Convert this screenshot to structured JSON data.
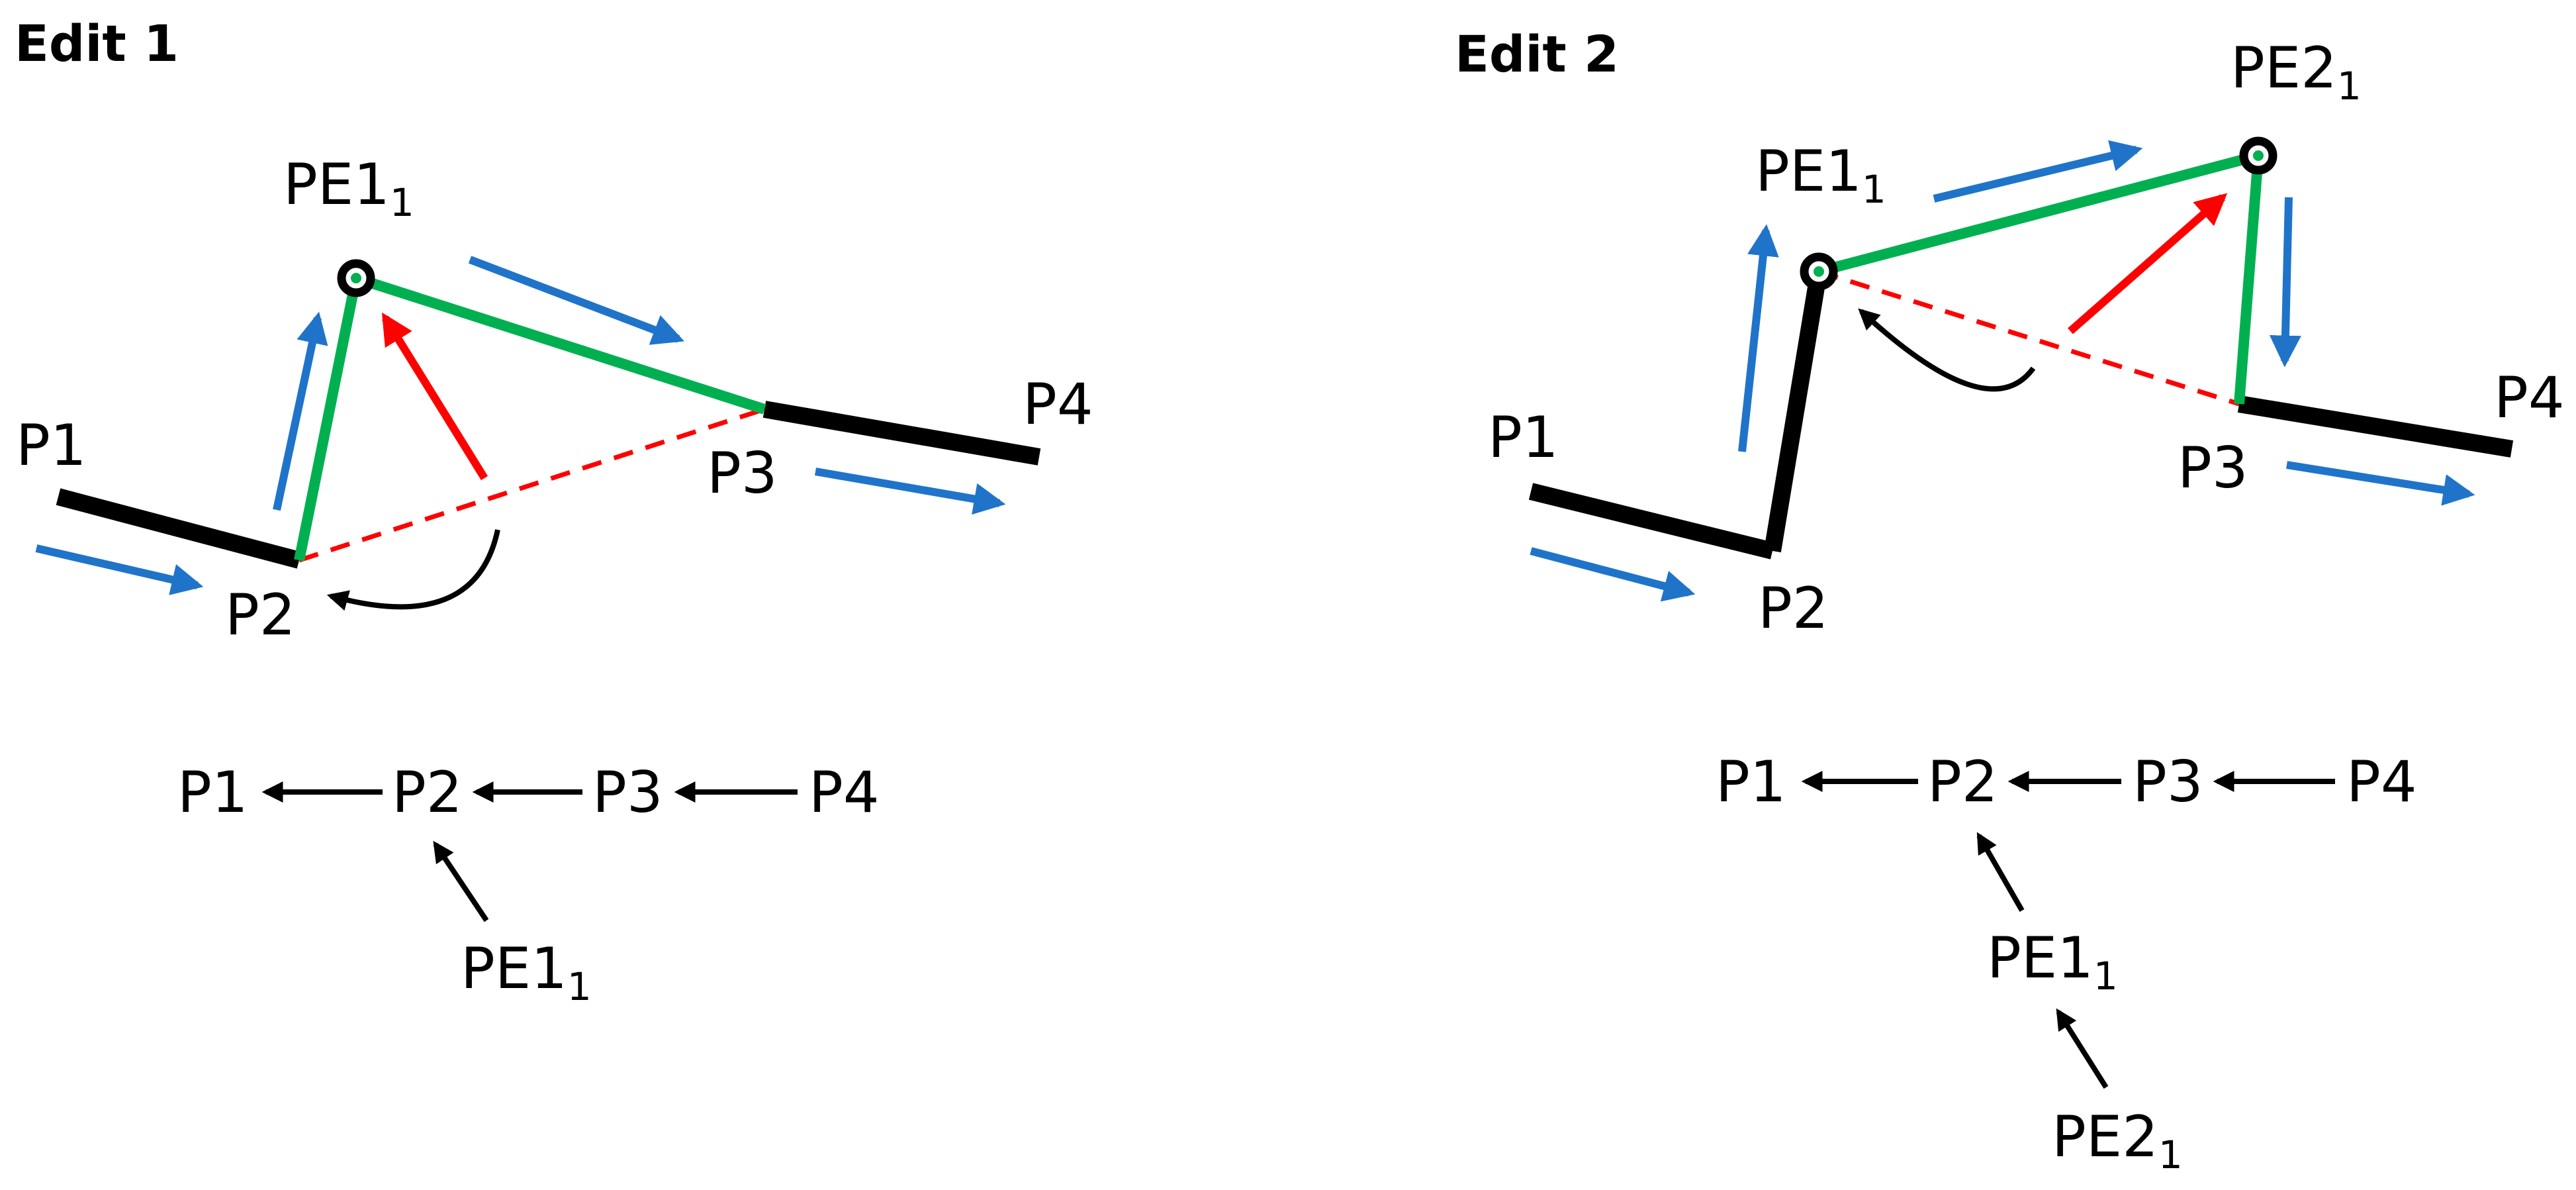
{
  "panels": [
    {
      "title": "Edit 1",
      "points": {
        "p1": "P1",
        "p2": "P2",
        "p3": "P3",
        "p4": "P4"
      },
      "edit_point_1": {
        "base": "PE1",
        "sub": "1"
      },
      "tree": {
        "p1": "P1",
        "p2": "P2",
        "p3": "P3",
        "p4": "P4",
        "child_1": {
          "base": "PE1",
          "sub": "1"
        }
      }
    },
    {
      "title": "Edit 2",
      "points": {
        "p1": "P1",
        "p2": "P2",
        "p3": "P3",
        "p4": "P4"
      },
      "edit_point_1": {
        "base": "PE1",
        "sub": "1"
      },
      "edit_point_2": {
        "base": "PE2",
        "sub": "1"
      },
      "tree": {
        "p1": "P1",
        "p2": "P2",
        "p3": "P3",
        "p4": "P4",
        "child_1": {
          "base": "PE1",
          "sub": "1"
        },
        "child_2": {
          "base": "PE2",
          "sub": "1"
        }
      }
    }
  ],
  "colors": {
    "original_line": "#000000",
    "edited_line": "#00b050",
    "direction_arrow": "#1f74c9",
    "move_arrow": "#ff0000",
    "removed_segment": "#ff0000",
    "vertex_dot": "#00b050"
  }
}
